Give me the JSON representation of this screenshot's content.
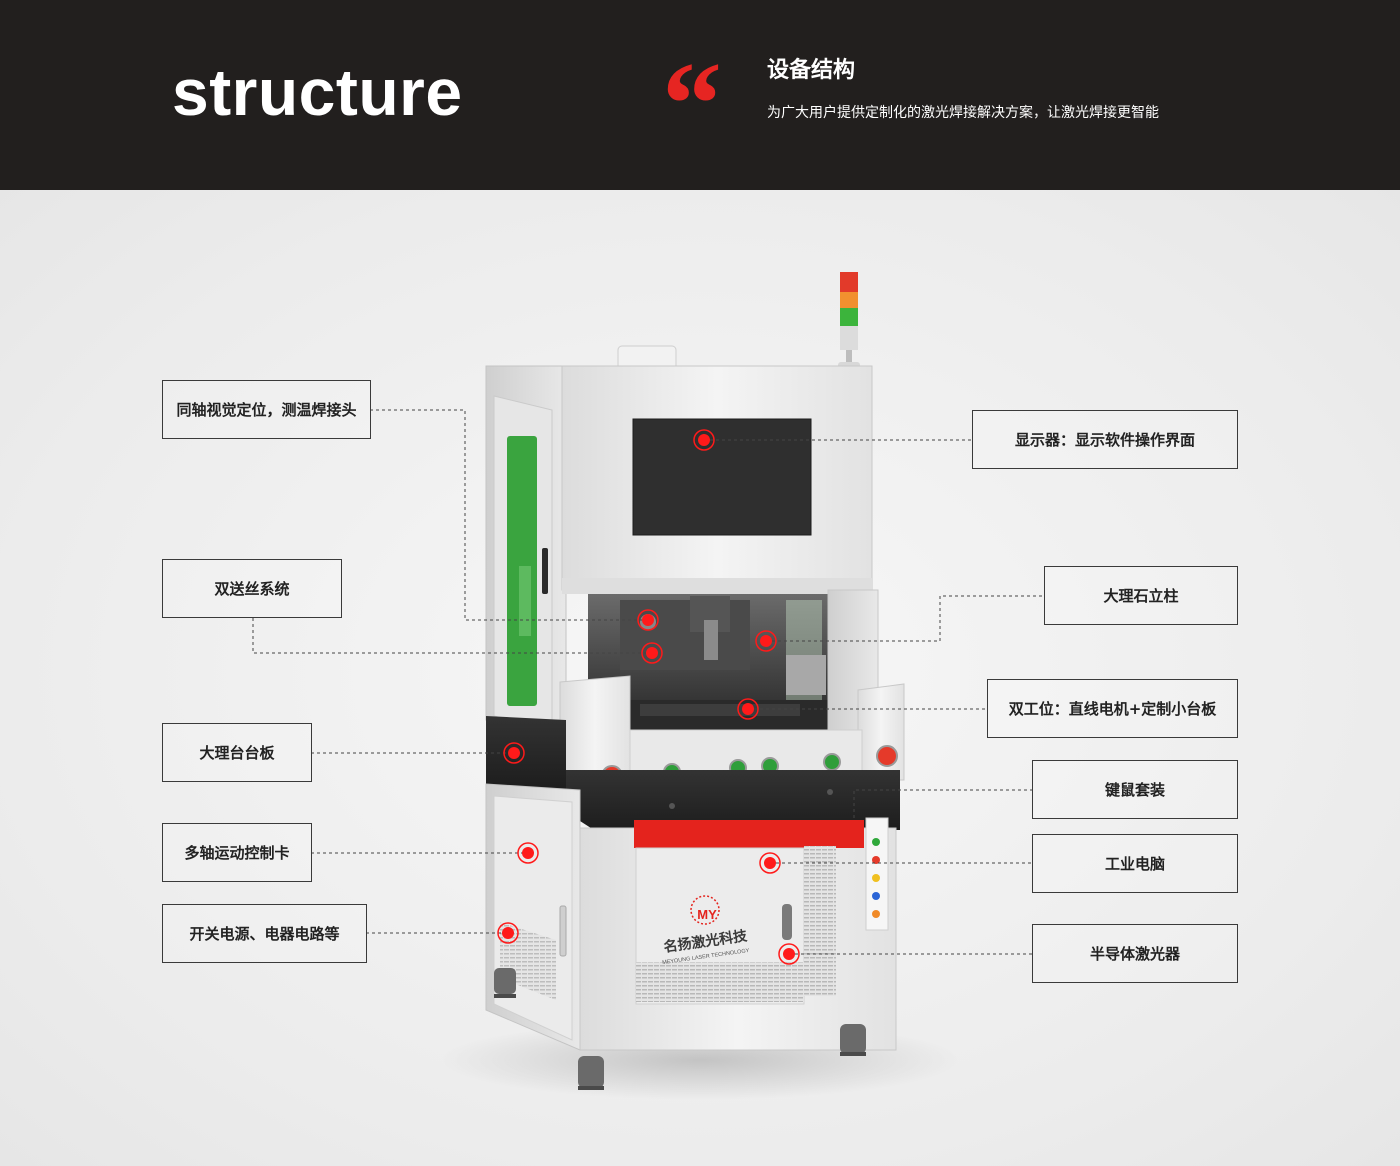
{
  "header": {
    "word": "structure",
    "title": "设备结构",
    "subtitle": "为广大用户提供定制化的激光焊接解决方案，让激光焊接更智能"
  },
  "brand": {
    "monogram": "MY",
    "company_cn": "名扬激光科技",
    "company_en": "MEYOUNG LASER TECHNOLOGY"
  },
  "colors": {
    "header_bg": "#221f1e",
    "accent_red": "#e62522",
    "marker_red": "#ff1a1a",
    "panel_green": "#3aa43f"
  },
  "callouts": {
    "coaxial_vision": "同轴视觉定位，测温焊接头",
    "dual_wire_feed": "双送丝系统",
    "marble_table": "大理台台板",
    "motion_card": "多轴运动控制卡",
    "switch_power": "开关电源、电器电路等",
    "display": "显示器：显示软件操作界面",
    "marble_column": "大理石立柱",
    "dual_station": "双工位：直线电机+定制小台板",
    "keyboard_mouse": "键鼠套装",
    "industrial_pc": "工业电脑",
    "diode_laser": "半导体激光器"
  }
}
